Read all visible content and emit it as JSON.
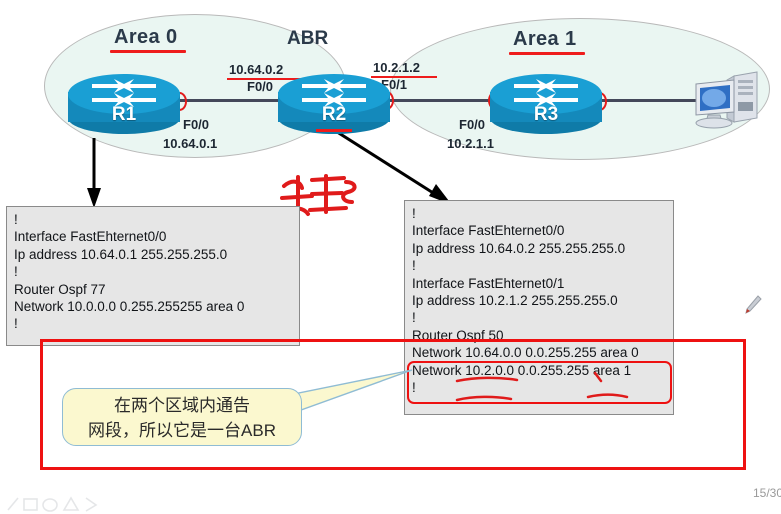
{
  "slide": {
    "page_indicator": "15/30"
  },
  "topology": {
    "areas": [
      {
        "id": "area0",
        "label": "Area 0"
      },
      {
        "id": "area1",
        "label": "Area 1"
      }
    ],
    "abr_label": "ABR",
    "routers": [
      {
        "id": "r1",
        "name": "R1"
      },
      {
        "id": "r2",
        "name": "R2"
      },
      {
        "id": "r3",
        "name": "R3"
      }
    ],
    "host": {
      "name": "workstation"
    },
    "interface_labels": {
      "r1_f00_name": "F0/0",
      "r1_f00_ip": "10.64.0.1",
      "r2_f00_ip": "10.64.0.2",
      "r2_f00_name": "F0/0",
      "r2_f01_ip": "10.2.1.2",
      "r2_f01_name": "F0/1",
      "r3_f00_name": "F0/0",
      "r3_f00_ip": "10.2.1.1"
    }
  },
  "config_left": {
    "title": "R1 configuration",
    "lines": [
      "!",
      "Interface FastEhternet0/0",
      "Ip address 10.64.0.1 255.255.255.0",
      "!",
      "Router  Ospf  77",
      "Network 10.0.0.0 0.255.255255 area 0",
      " !"
    ]
  },
  "config_right": {
    "title": "R2 configuration",
    "lines": [
      "!",
      "Interface FastEhternet0/0",
      "Ip address 10.64.0.2 255.255.255.0",
      "!",
      "Interface FastEhternet0/1",
      "Ip address 10.2.1.2 255.255.255.0",
      "!",
      "Router  Ospf  50",
      "Network 10.64.0.0  0.0.255.255  area 0",
      "Network 10.2.0.0  0.0.255.255  area 1",
      "!"
    ]
  },
  "callout": {
    "line1": "在两个区域内通告",
    "line2": "网段，所以它是一台ABR"
  },
  "annotations": {
    "scribble": "red-handwriting-mark",
    "pen_cursor": "pen-cursor"
  },
  "colors": {
    "red": "#ee1c1c",
    "router_blue": "#1a9fd4",
    "area_fill": "#eaf6f2",
    "callout_fill": "#fbf8cf",
    "config_fill": "#e6e6e6"
  }
}
